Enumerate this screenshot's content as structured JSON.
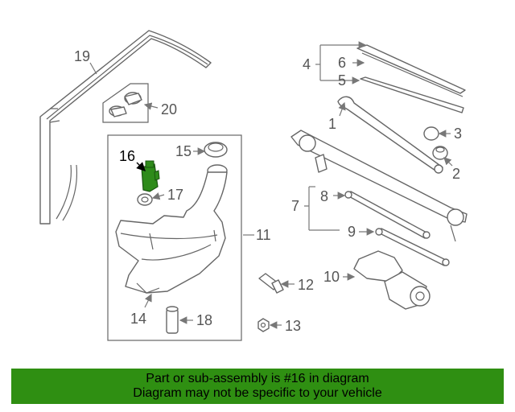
{
  "diagram": {
    "labels": {
      "l1": "1",
      "l2": "2",
      "l3": "3",
      "l4": "4",
      "l5": "5",
      "l6": "6",
      "l7": "7",
      "l8": "8",
      "l9": "9",
      "l10": "10",
      "l11": "11",
      "l12": "12",
      "l13": "13",
      "l14": "14",
      "l15": "15",
      "l16": "16",
      "l17": "17",
      "l18": "18",
      "l19": "19",
      "l20": "20"
    },
    "highlighted_part": "16",
    "highlight_color": "#2e8b1a"
  },
  "banner": {
    "line1": "Part or sub-assembly is #16 in diagram",
    "line2": "Diagram may not be specific to your vehicle",
    "background": "#2f8f12"
  }
}
